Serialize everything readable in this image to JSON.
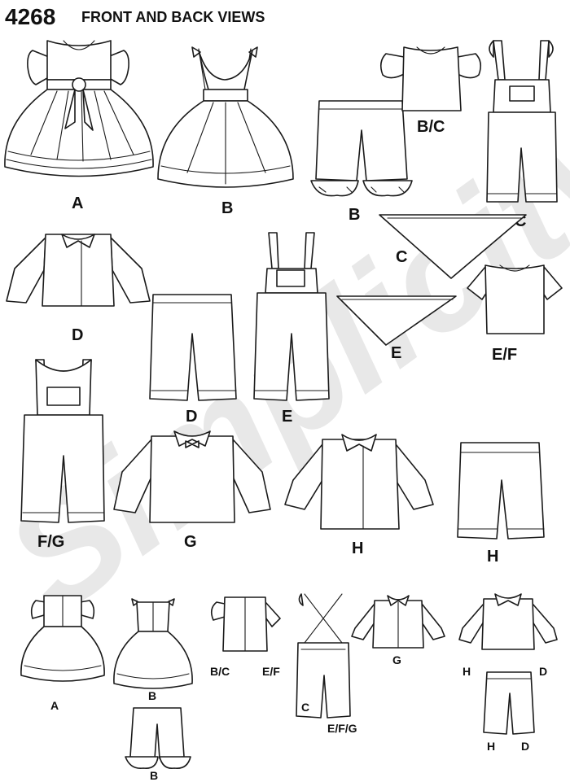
{
  "header": {
    "number": "4268",
    "title": "FRONT AND BACK VIEWS"
  },
  "watermark": {
    "text": "Simplicity",
    "color": "#e6e6e6"
  },
  "labels": {
    "a1": "A",
    "b1": "B",
    "b2": "B",
    "bc1": "B/C",
    "c1": "C",
    "c2": "C",
    "d1": "D",
    "d2": "D",
    "e1": "E",
    "e2": "E",
    "ef1": "E/F",
    "fg1": "F/G",
    "g1": "G",
    "h1": "H",
    "h2": "H",
    "sa": "A",
    "sb": "B",
    "sb2": "B",
    "sbc": "B/C",
    "sef": "E/F",
    "sc": "C",
    "sefg": "E/F/G",
    "sg": "G",
    "sh": "H",
    "sd": "D",
    "sh2": "H",
    "sd2": "D"
  },
  "colors": {
    "line": "#1a1a1a",
    "background": "#ffffff"
  }
}
